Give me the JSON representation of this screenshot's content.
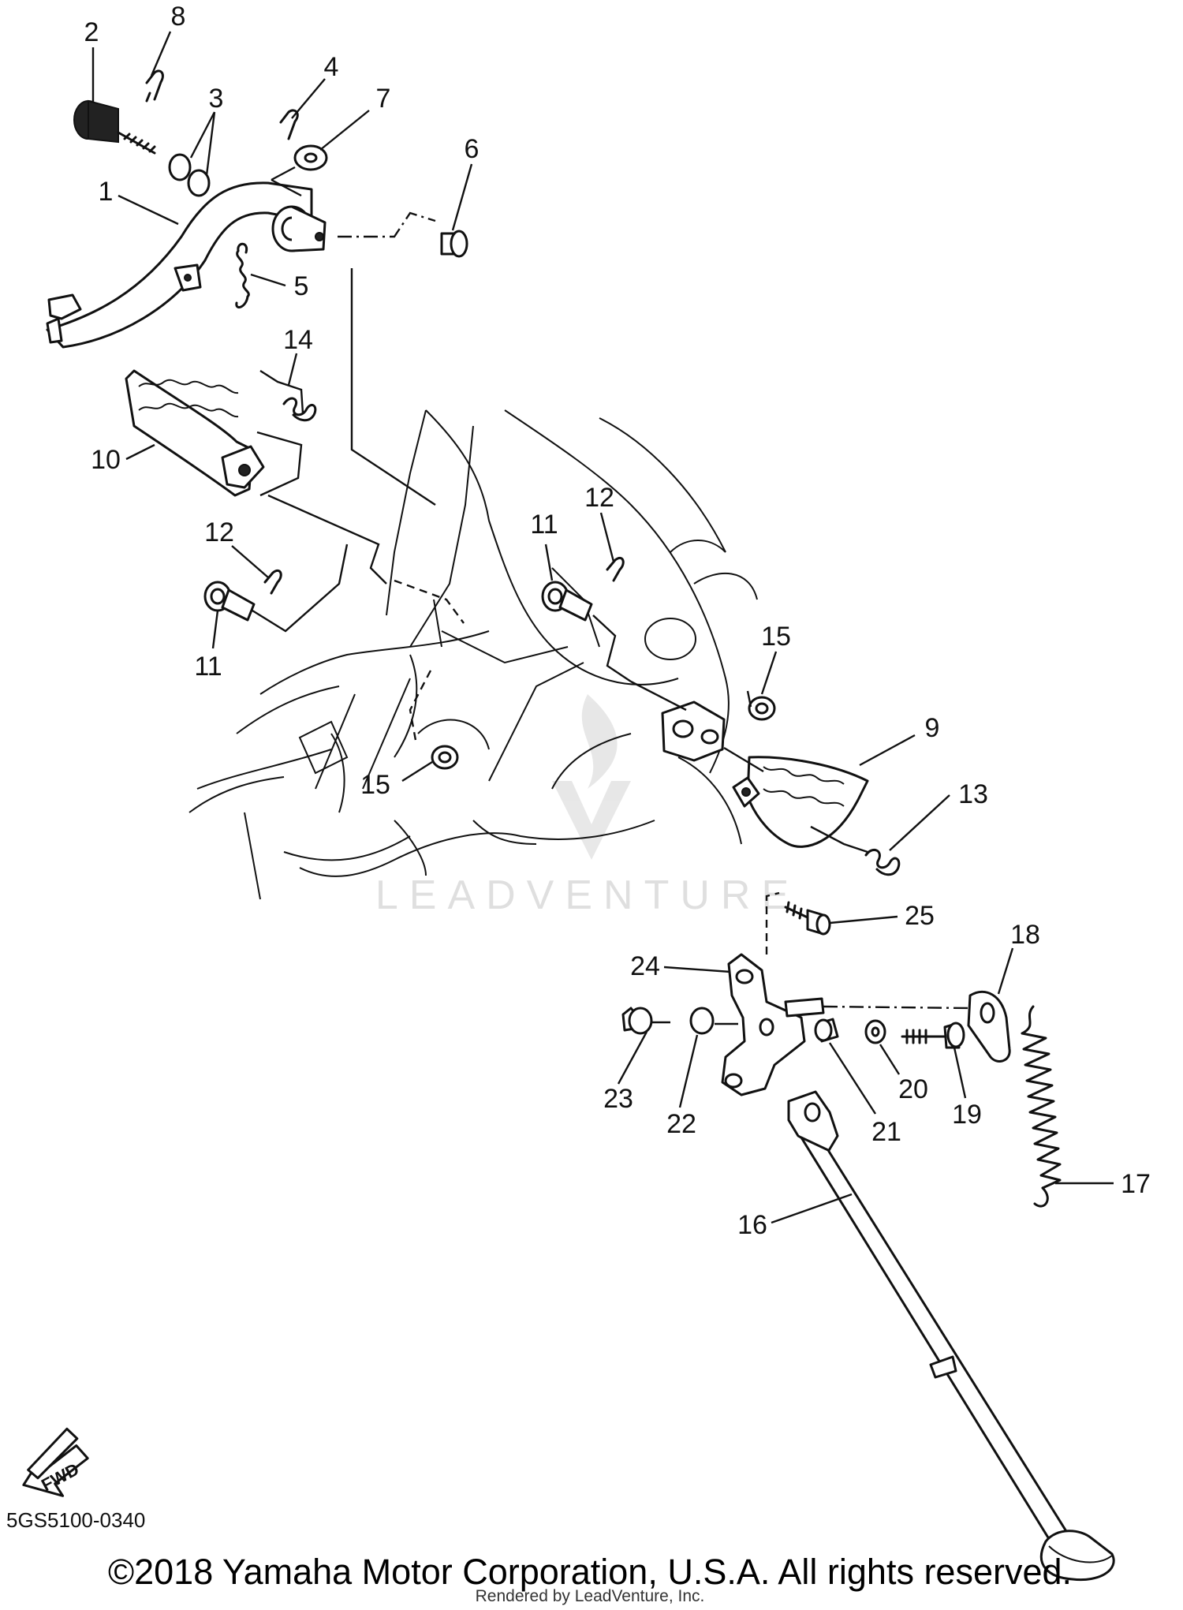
{
  "diagram": {
    "callouts": [
      {
        "label": "2"
      },
      {
        "label": "8"
      },
      {
        "label": "3"
      },
      {
        "label": "4"
      },
      {
        "label": "7"
      },
      {
        "label": "6"
      },
      {
        "label": "1"
      },
      {
        "label": "5"
      },
      {
        "label": "14"
      },
      {
        "label": "10"
      },
      {
        "label": "12"
      },
      {
        "label": "11"
      },
      {
        "label": "11"
      },
      {
        "label": "12"
      },
      {
        "label": "15"
      },
      {
        "label": "9"
      },
      {
        "label": "15"
      },
      {
        "label": "13"
      },
      {
        "label": "25"
      },
      {
        "label": "18"
      },
      {
        "label": "24"
      },
      {
        "label": "23"
      },
      {
        "label": "22"
      },
      {
        "label": "21"
      },
      {
        "label": "20"
      },
      {
        "label": "19"
      },
      {
        "label": "17"
      },
      {
        "label": "16"
      }
    ],
    "fwd_label": "FWD",
    "part_code": "5GS5100-0340",
    "watermark": "LEADVENTURE",
    "copyright": "©2018 Yamaha Motor Corporation, U.S.A. All rights reserved.",
    "rendered_by": "Rendered by LeadVenture, Inc."
  }
}
